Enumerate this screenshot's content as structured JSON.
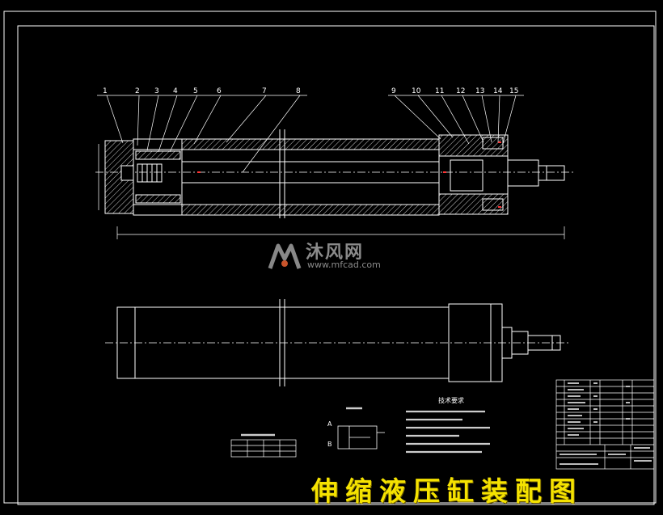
{
  "title_text": "伸缩液压缸装配图",
  "watermark": {
    "brand_cn": "沐风网",
    "url": "www.mfcad.com"
  },
  "balloons": [
    "1",
    "2",
    "3",
    "4",
    "5",
    "6",
    "7",
    "8",
    "9",
    "10",
    "11",
    "12",
    "13",
    "14",
    "15"
  ],
  "tech_requirements": {
    "heading": "技术要求"
  },
  "colors": {
    "line": "#ffffff",
    "title_yellow": "#f5e200",
    "background": "#000000",
    "accent_red": "#ff3333"
  }
}
